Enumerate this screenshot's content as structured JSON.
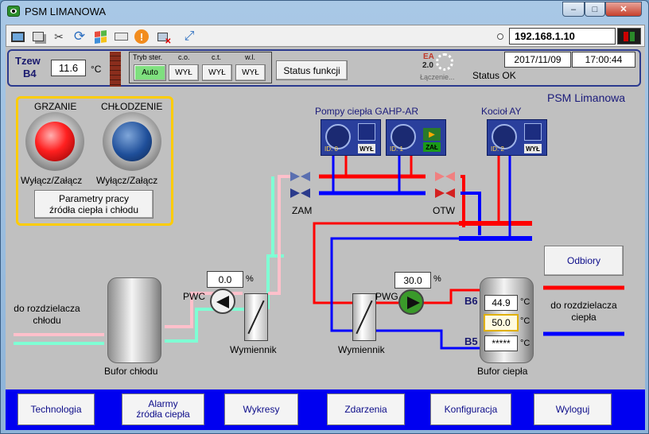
{
  "window": {
    "title": "PSM LIMANOWA",
    "min": "–",
    "max": "□",
    "close": "✕"
  },
  "toolbar": {
    "ip": "192.168.1.10"
  },
  "status_bar": {
    "tzew_label": "Tzew",
    "b4_label": "B4",
    "tzew_value": "11.6",
    "tzew_unit": "°C",
    "mode_label": "Tryb ster.",
    "co_label": "c.o.",
    "ct_label": "c.t.",
    "wl_label": "w.l.",
    "mode_value": "Auto",
    "co_value": "WYŁ",
    "ct_value": "WYŁ",
    "wl_value": "WYŁ",
    "status_button": "Status funkcji",
    "ea_top": "EA",
    "ea_version": "2.0",
    "connecting": "Łączenie...",
    "status_text": "Status OK",
    "date": "2017/11/09",
    "time": "17:00:44"
  },
  "main": {
    "site_title": "PSM Limanowa",
    "heating_label": "GRZANIE",
    "cooling_label": "CHŁODZENIE",
    "heating_toggle": "Wyłącz/Załącz",
    "cooling_toggle": "Wyłącz/Załącz",
    "params_button": "Parametry pracy\nźródła ciepła i chłodu",
    "pumps_title": "Pompy ciepła GAHP-AR",
    "boiler_title": "Kocioł AY",
    "hp1_id": "ID: 0",
    "hp2_id": "ID: 1",
    "boiler_id": "ID: 2",
    "hp1_state": "WYŁ",
    "hp2_state": "ZAŁ",
    "boiler_state": "WYŁ",
    "zam_label": "ZAM",
    "otw_label": "OTW",
    "odbiory_button": "Odbiory",
    "pwc_label": "PWC",
    "pwc_value": "0.0",
    "pwc_unit": "%",
    "pwg_label": "PWG",
    "pwg_value": "30.0",
    "pwg_unit": "%",
    "hx1_label": "Wymiennik",
    "hx2_label": "Wymiennik",
    "cold_buffer_label": "Bufor chłodu",
    "heat_buffer_label": "Bufor ciepła",
    "to_cold_dist": "do rozdzielacza\nchłodu",
    "to_heat_dist": "do rozdzielacza\nciepła",
    "b6_label": "B6",
    "b5_label": "B5",
    "b6_value": "44.9",
    "mid_value": "50.0",
    "b5_value": "*****",
    "deg_unit": "°C"
  },
  "nav": [
    {
      "label": "Technologia"
    },
    {
      "label": "Alarmy\nźródła ciepła"
    },
    {
      "label": "Wykresy"
    },
    {
      "label": "Zdarzenia"
    },
    {
      "label": "Konfiguracja"
    },
    {
      "label": "Wyloguj"
    }
  ],
  "colors": {
    "hot": "#ff0000",
    "cold": "#0000ff",
    "mint": "#7fffd4",
    "pink": "#ffc0cb",
    "nav_bg": "#0000f0",
    "panel_border": "#2b3a8f",
    "highlight": "#ffcc00"
  }
}
